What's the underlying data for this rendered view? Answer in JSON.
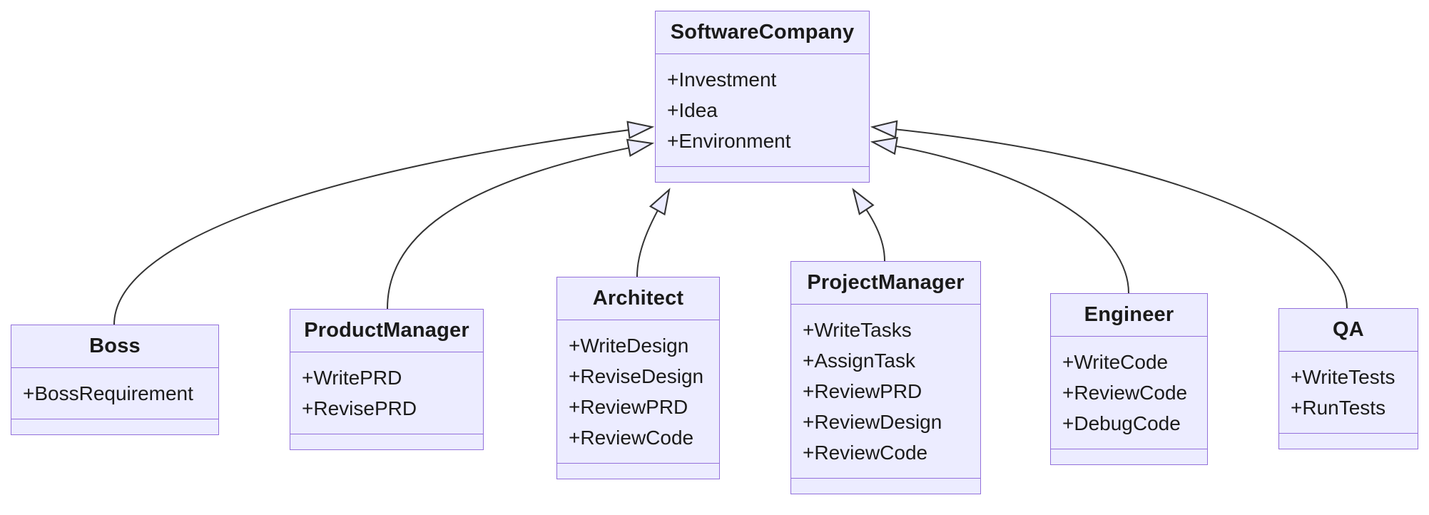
{
  "diagram": {
    "kind": "uml-class-diagram",
    "classes": [
      {
        "name": "SoftwareCompany",
        "members": [
          "+Investment",
          "+Idea",
          "+Environment"
        ],
        "methods": []
      },
      {
        "name": "Boss",
        "members": [
          "+BossRequirement"
        ],
        "methods": []
      },
      {
        "name": "ProductManager",
        "members": [
          "+WritePRD",
          "+RevisePRD"
        ],
        "methods": []
      },
      {
        "name": "Architect",
        "members": [
          "+WriteDesign",
          "+ReviseDesign",
          "+ReviewPRD",
          "+ReviewCode"
        ],
        "methods": []
      },
      {
        "name": "ProjectManager",
        "members": [
          "+WriteTasks",
          "+AssignTask",
          "+ReviewPRD",
          "+ReviewDesign",
          "+ReviewCode"
        ],
        "methods": []
      },
      {
        "name": "Engineer",
        "members": [
          "+WriteCode",
          "+ReviewCode",
          "+DebugCode"
        ],
        "methods": []
      },
      {
        "name": "QA",
        "members": [
          "+WriteTests",
          "+RunTests"
        ],
        "methods": []
      }
    ],
    "relationships": [
      {
        "from": "Boss",
        "to": "SoftwareCompany",
        "type": "inheritance"
      },
      {
        "from": "ProductManager",
        "to": "SoftwareCompany",
        "type": "inheritance"
      },
      {
        "from": "Architect",
        "to": "SoftwareCompany",
        "type": "inheritance"
      },
      {
        "from": "ProjectManager",
        "to": "SoftwareCompany",
        "type": "inheritance"
      },
      {
        "from": "Engineer",
        "to": "SoftwareCompany",
        "type": "inheritance"
      },
      {
        "from": "QA",
        "to": "SoftwareCompany",
        "type": "inheritance"
      }
    ],
    "colors": {
      "node_fill": "#ECECFF",
      "node_border": "#9370DB",
      "edge_stroke": "#333333",
      "text": "#1a1a1a",
      "background": "#FFFFFF"
    }
  }
}
